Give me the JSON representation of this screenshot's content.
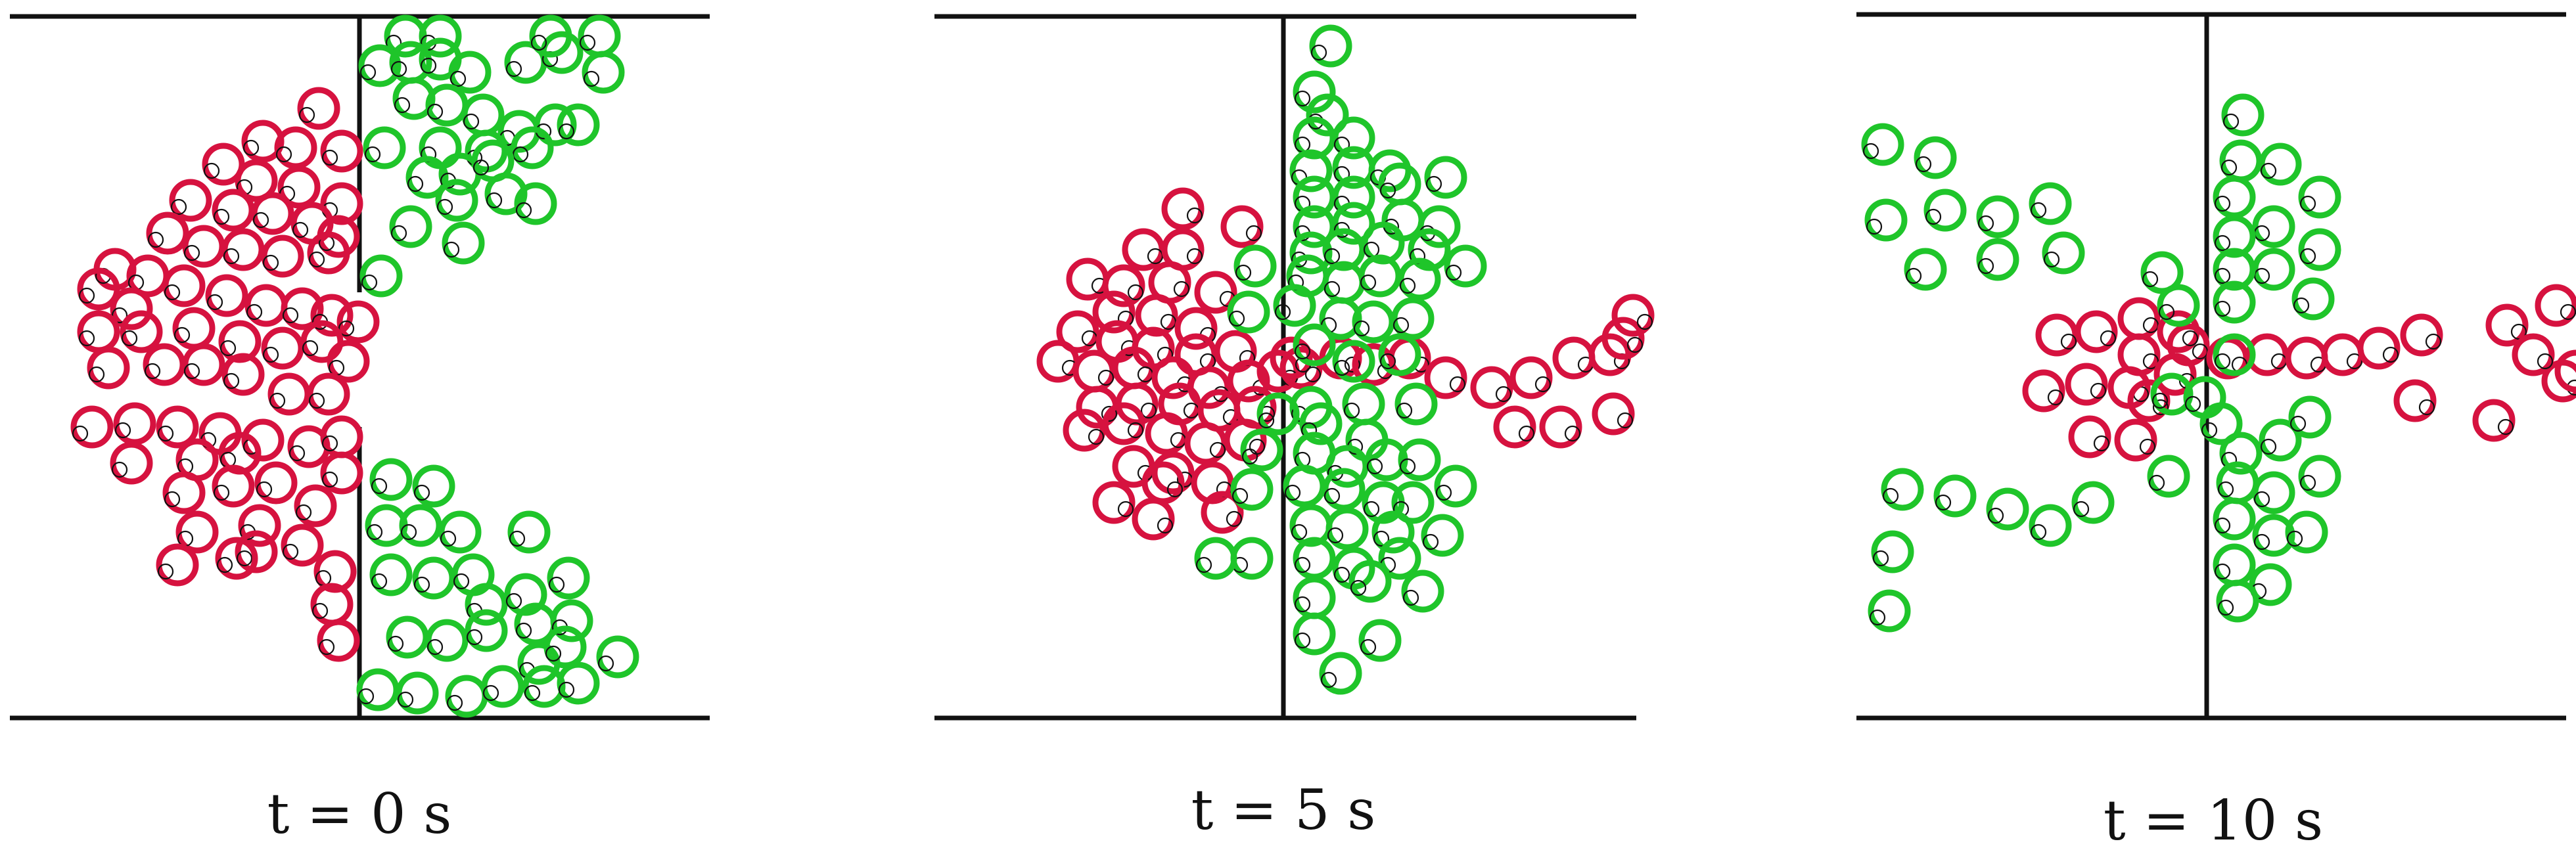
{
  "figure": {
    "panels": [
      {
        "id": "t0",
        "caption": "t = 0 s"
      },
      {
        "id": "t5",
        "caption": "t = 5 s"
      },
      {
        "id": "t10",
        "caption": "t = 10 s"
      }
    ]
  },
  "colors": {
    "red_agents": "#d6123f",
    "green_agents": "#1fc52a",
    "walls": "#111111",
    "heading_marker": "#111111",
    "background": "#ffffff"
  }
}
